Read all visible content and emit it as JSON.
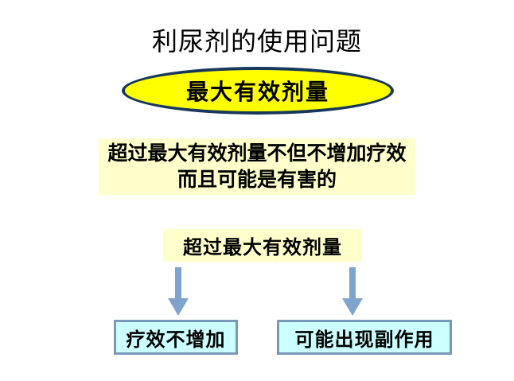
{
  "slide": {
    "title": "利尿剂的使用问题",
    "max_dose_ellipse": {
      "label": "最大有效剂量"
    },
    "warning_box": {
      "line1": "超过最大有效剂量不但不增加疗效",
      "line2": "而且可能是有害的"
    },
    "exceed_box": {
      "label": "超过最大有效剂量"
    },
    "outcomes": [
      {
        "label": "疗效不增加"
      },
      {
        "label": "可能出现副作用"
      }
    ],
    "colors": {
      "background": "#FFFFFF",
      "text": "#000000",
      "ellipse_fill": "#FFFF00",
      "ellipse_border": "#17375D",
      "note_fill": "#FFFFCC",
      "outcome_fill": "#CCFFFF",
      "outcome_border": "#7C98B8",
      "arrow": "#7EA4CB"
    }
  }
}
